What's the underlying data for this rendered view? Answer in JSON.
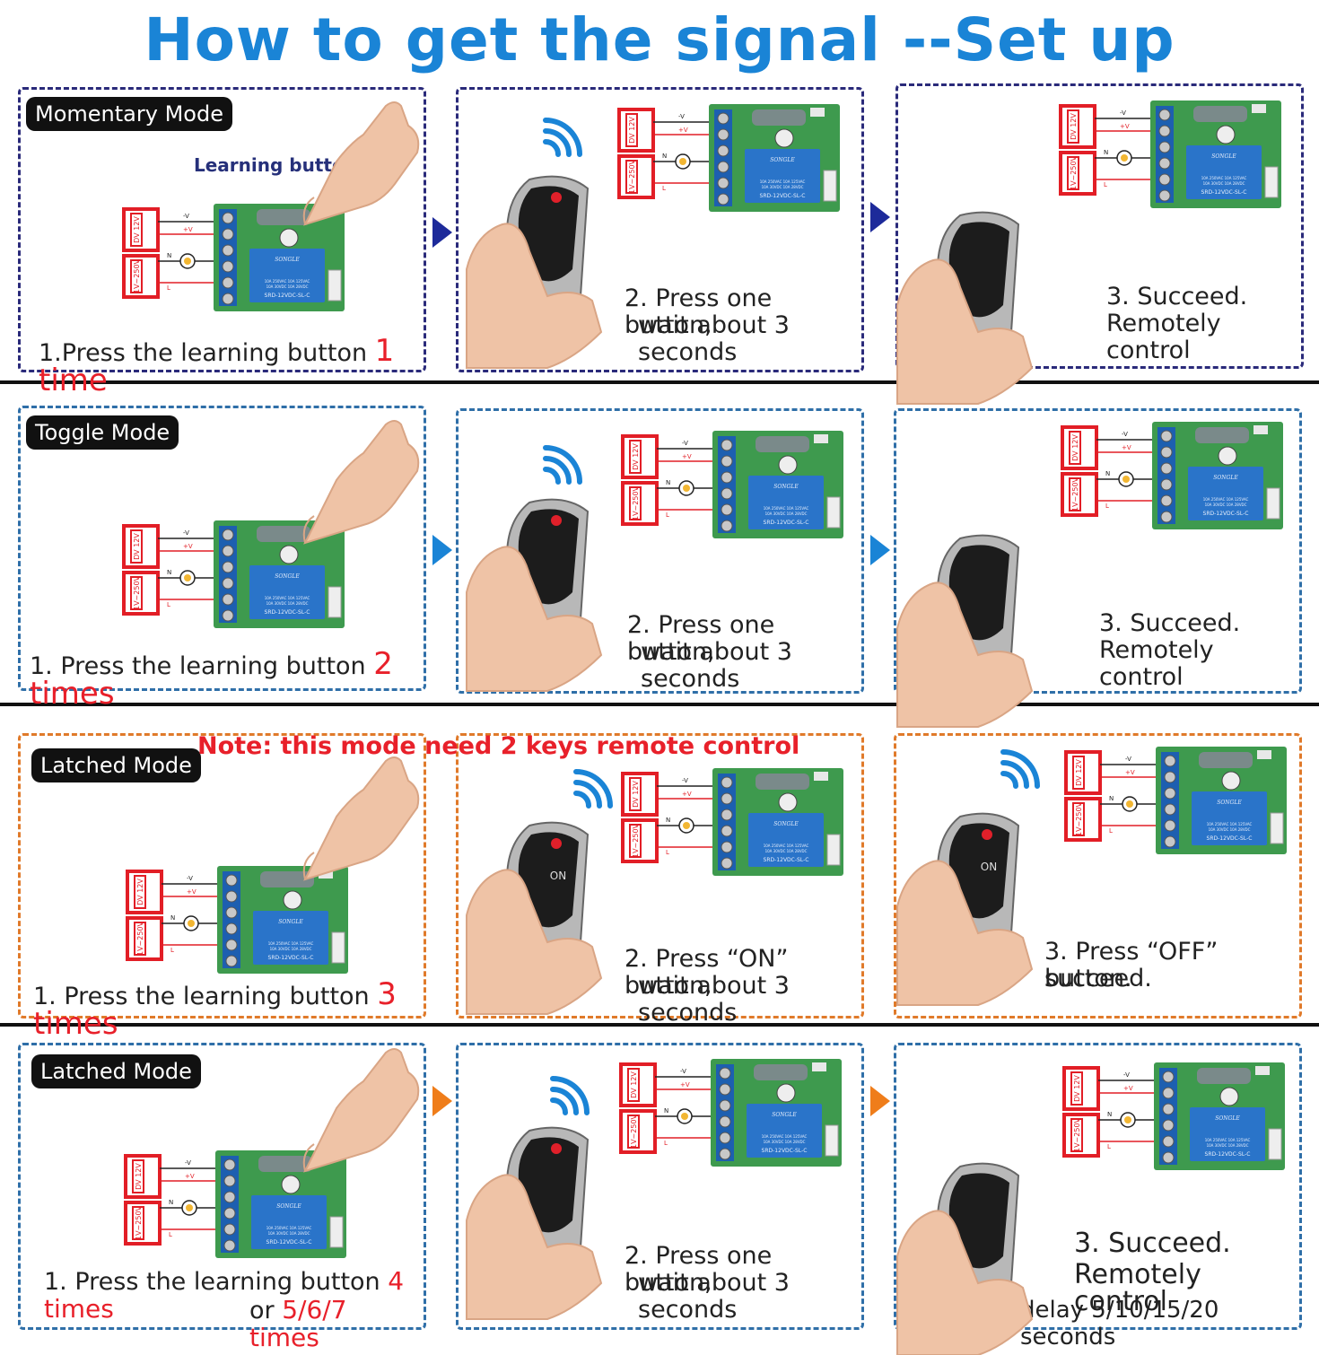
{
  "title": "How to get the signal --Set up",
  "learning_button_label": "Learning button",
  "note": "Note: this mode need 2 keys remote control",
  "wiring": {
    "dc_label": "DV 12V",
    "ac_label": "1V~250V",
    "minus_v": "-V",
    "plus_v": "+V",
    "n": "N",
    "l": "L"
  },
  "relay": {
    "brand": "SONGLE",
    "spec1": "10A 250VAC 10A 125VAC",
    "spec2": "10A 30VDC 10A 28VDC",
    "model": "SRD-12VDC-SL-C"
  },
  "remote_labels": {
    "on": "ON"
  },
  "rows": [
    {
      "mode": "Momentary Mode",
      "step1": {
        "text": "1.Press the learning button ",
        "highlight": "1 time"
      },
      "step2": [
        "2. Press one button,",
        "wait about 3 seconds"
      ],
      "step3": [
        "3.  Succeed.",
        "Remotely control"
      ]
    },
    {
      "mode": "Toggle Mode",
      "step1": {
        "text": "1. Press the learning button ",
        "highlight": "2 times"
      },
      "step2": [
        "2. Press one button,",
        "wait about 3 seconds"
      ],
      "step3": [
        "3.  Succeed.",
        "Remotely control"
      ]
    },
    {
      "mode": "Latched Mode",
      "step1": {
        "text": "1. Press the learning button ",
        "highlight": "3 times"
      },
      "step2": [
        "2. Press  “ON”  button,",
        "wait about 3 seconds"
      ],
      "step3": [
        "3. Press  “OFF”  button.",
        "succeed."
      ]
    },
    {
      "mode": "Latched Mode",
      "step1": {
        "text": "1. Press the learning button ",
        "highlight": "4 times",
        "line2_text": "or ",
        "line2_highlight": "5/6/7 times"
      },
      "step2": [
        "2. Press one button,",
        "wait about 3 seconds"
      ],
      "step3": [
        "3.  Succeed.",
        "Remotely control",
        "delay 5/10/15/20 seconds"
      ]
    }
  ],
  "colors": {
    "title": "#1a84d6",
    "highlight": "#e8202a",
    "row1_border": "#2a2a7a",
    "row2_border": "#2f6fa8",
    "row3_border": "#e07a2a",
    "row4_border": "#2f6fa8"
  }
}
